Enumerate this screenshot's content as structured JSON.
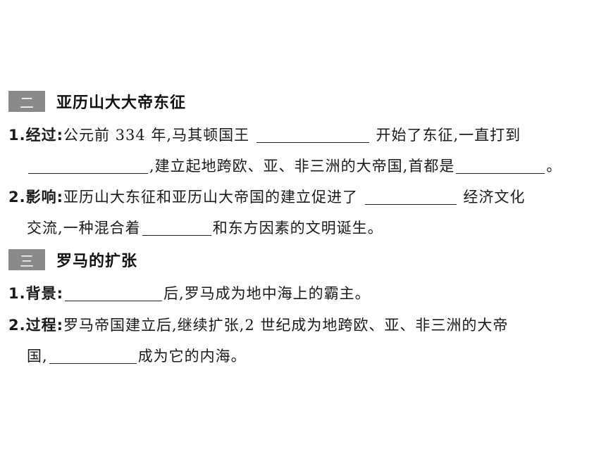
{
  "section2": {
    "number": "二",
    "title": "亚历山大大帝东征",
    "item1": {
      "label": "1.经过:",
      "text_a": "公元前 334 年,马其顿国王",
      "text_b": "开始了东征,一直打到",
      "text_c": ",建立起地跨欧、亚、非三洲的大帝国,首都是",
      "text_d": "。"
    },
    "item2": {
      "label": "2.影响:",
      "text_a": "亚历山大东征和亚历山大帝国的建立促进了",
      "text_b": "经济文化",
      "text_c": "交流,一种混合着",
      "text_d": "和东方因素的文明诞生。"
    }
  },
  "section3": {
    "number": "三",
    "title": "罗马的扩张",
    "item1": {
      "label": "1.背景:",
      "text_a": "后,罗马成为地中海上的霸主。"
    },
    "item2": {
      "label": "2.过程:",
      "text_a": "罗马帝国建立后,继续扩张,2 世纪成为地跨欧、亚、非三洲的大帝",
      "text_b": "国,",
      "text_c": "成为它的内海。"
    }
  }
}
